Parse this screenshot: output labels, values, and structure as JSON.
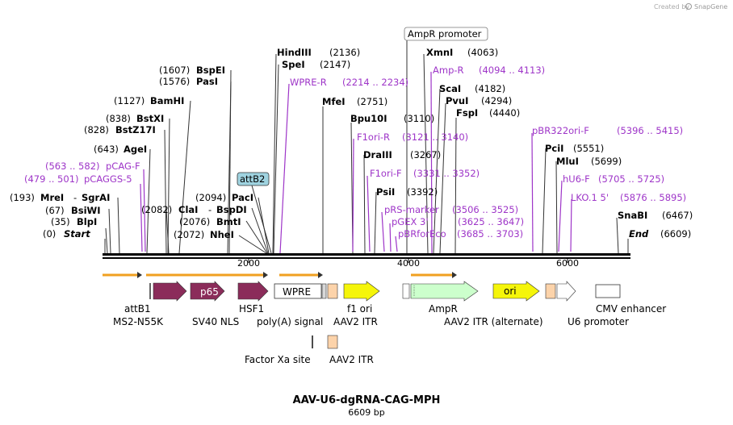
{
  "credit": {
    "created_by": "Created by",
    "brand": "SnapGene"
  },
  "title": "AAV-U6-dgRNA-CAG-MPH",
  "length": "6609 bp",
  "ruler": {
    "ticks": [
      "2000",
      "4000",
      "6000"
    ]
  },
  "sites_left": [
    {
      "pos": "(1607)",
      "name": "BspEI"
    },
    {
      "pos": "(1576)",
      "name": "PasI"
    },
    {
      "pos": "(1127)",
      "name": "BamHI"
    },
    {
      "pos": "(838)",
      "name": "BstXI"
    },
    {
      "pos": "(828)",
      "name": "BstZ17I"
    },
    {
      "pos": "(643)",
      "name": "AgeI"
    },
    {
      "pos": "(2094)",
      "name": "PacI"
    },
    {
      "pos": "(2076)",
      "name": "BmtI"
    },
    {
      "pos": "(2072)",
      "name": "NheI"
    }
  ],
  "row_mrei": {
    "pos": "(193)",
    "name": "MreI",
    "sep": "-",
    "name2": "SgrAI"
  },
  "row_bsiwi": {
    "pos": "(67)",
    "name": "BsiWI"
  },
  "row_blpi": {
    "pos": "(35)",
    "name": "BlpI"
  },
  "row_start": {
    "pos": "(0)",
    "name": "Start"
  },
  "row_clai": {
    "pos": "(2082)",
    "name": "ClaI",
    "sep": "-",
    "name2": "BspDI"
  },
  "sites_right": [
    {
      "name": "HindIII",
      "pos": "(2136)"
    },
    {
      "name": "SpeI",
      "pos": "(2147)"
    },
    {
      "name": "MfeI",
      "pos": "(2751)"
    },
    {
      "name": "Bpu10I",
      "pos": "(3110)"
    },
    {
      "name": "DraIII",
      "pos": "(3267)"
    },
    {
      "name": "PsiI",
      "pos": "(3392)"
    },
    {
      "name": "XmnI",
      "pos": "(4063)"
    },
    {
      "name": "ScaI",
      "pos": "(4182)"
    },
    {
      "name": "PvuI",
      "pos": "(4294)"
    },
    {
      "name": "FspI",
      "pos": "(4440)"
    },
    {
      "name": "PciI",
      "pos": "(5551)"
    },
    {
      "name": "MluI",
      "pos": "(5699)"
    },
    {
      "name": "SnaBI",
      "pos": "(6467)"
    }
  ],
  "row_end": {
    "name": "End",
    "pos": "(6609)"
  },
  "primers_left": [
    {
      "range": "(563 .. 582)",
      "name": "pCAG-F"
    },
    {
      "range": "(479 .. 501)",
      "name": "pCAGGS-5"
    }
  ],
  "primers_right": [
    {
      "name": "WPRE-R",
      "range": "(2214 .. 2234)"
    },
    {
      "name": "Amp-R",
      "range": "(4094 .. 4113)"
    },
    {
      "name": "F1ori-R",
      "range": "(3121 .. 3140)"
    },
    {
      "name": "F1ori-F",
      "range": "(3331 .. 3352)"
    },
    {
      "name": "pRS-marker",
      "range": "(3506 .. 3525)"
    },
    {
      "name": "pGEX 3'",
      "range": "(3625 .. 3647)"
    },
    {
      "name": "pBRforEco",
      "range": "(3685 .. 3703)"
    },
    {
      "name": "pBR322ori-F",
      "range": "(5396 .. 5415)"
    },
    {
      "name": "hU6-F",
      "range": "(5705 .. 5725)"
    },
    {
      "name": "LKO.1 5'",
      "range": "(5876 .. 5895)"
    }
  ],
  "boxed_labels": {
    "ampr_promoter": "AmpR promoter",
    "attb2": "attB2"
  },
  "features": {
    "p65": "p65",
    "wpre": "WPRE",
    "ori": "ori",
    "attb1": "attB1",
    "ms2": "MS2-N55K",
    "sv40": "SV40 NLS",
    "hsf1": "HSF1",
    "polya": "poly(A) signal",
    "f1ori": "f1 ori",
    "aav2itr": "AAV2 ITR",
    "ampr": "AmpR",
    "aav2itr_alt": "AAV2 ITR (alternate)",
    "cmv": "CMV enhancer",
    "u6": "U6 promoter",
    "factorxa": "Factor Xa site",
    "aav2itr2": "AAV2 ITR"
  },
  "colors": {
    "enzyme_text": "#000000",
    "primer": "#9e35c8",
    "cds_maroon": "#8b2c5a",
    "ori_yellow": "#f5f50a",
    "ampr_green": "#ccffcc",
    "itr_peach": "#fcd3aa",
    "orange_arrow": "#f0a020",
    "attb_box": "#9fd3e0"
  }
}
